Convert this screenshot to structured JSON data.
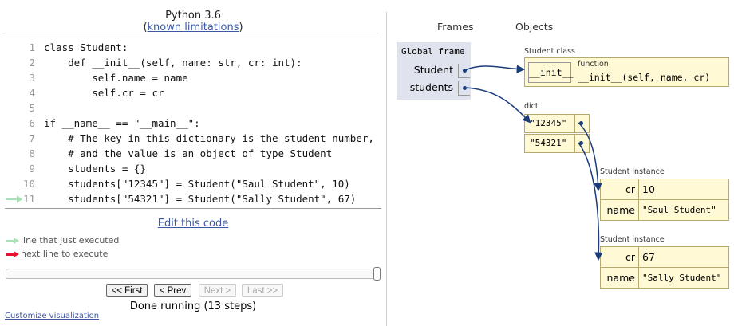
{
  "header": {
    "language": "Python 3.6",
    "limits_open": "(",
    "limits_link": "known limitations",
    "limits_close": ")"
  },
  "code": {
    "lines": [
      {
        "no": "1",
        "text": "class Student:"
      },
      {
        "no": "2",
        "text": "    def __init__(self, name: str, cr: int):"
      },
      {
        "no": "3",
        "text": "        self.name = name"
      },
      {
        "no": "4",
        "text": "        self.cr = cr"
      },
      {
        "no": "5",
        "text": ""
      },
      {
        "no": "6",
        "text": "if __name__ == \"__main__\":"
      },
      {
        "no": "7",
        "text": "    # The key in this dictionary is the student number,"
      },
      {
        "no": "8",
        "text": "    # and the value is an object of type Student"
      },
      {
        "no": "9",
        "text": "    students = {}"
      },
      {
        "no": "10",
        "text": "    students[\"12345\"] = Student(\"Saul Student\", 10)"
      },
      {
        "no": "11",
        "text": "    students[\"54321\"] = Student(\"Sally Student\", 67)"
      }
    ],
    "current_line": 11
  },
  "edit_link": "Edit this code",
  "legend": {
    "executed": "line that just executed",
    "next": "next line to execute"
  },
  "nav": {
    "first": "<< First",
    "prev": "< Prev",
    "next": "Next >",
    "last": "Last >>",
    "step": 13,
    "total_steps": 13
  },
  "status": "Done running (13 steps)",
  "customize": "Customize visualization",
  "viz": {
    "frames_header": "Frames",
    "objects_header": "Objects",
    "frame_title": "Global frame",
    "vars": [
      "Student",
      "students"
    ],
    "student_class": {
      "label": "Student class",
      "key": "__init__",
      "fn_label": "function",
      "fn_sig": "__init__(self, name, cr)"
    },
    "dict": {
      "label": "dict",
      "keys": [
        "\"12345\"",
        "\"54321\""
      ]
    },
    "instances": [
      {
        "label": "Student instance",
        "fields": [
          {
            "name": "cr",
            "value": "10"
          },
          {
            "name": "name",
            "value": "\"Saul Student\""
          }
        ]
      },
      {
        "label": "Student instance",
        "fields": [
          {
            "name": "cr",
            "value": "67"
          },
          {
            "name": "name",
            "value": "\"Sally Student\""
          }
        ]
      }
    ]
  },
  "colors": {
    "executed_arrow": "#a5e4b2",
    "next_arrow": "#e3112c",
    "frame_bg": "#dfe3ee",
    "object_bg": "#fff9d6",
    "pointer": "#1a3d7a",
    "link": "#3d58a2"
  }
}
